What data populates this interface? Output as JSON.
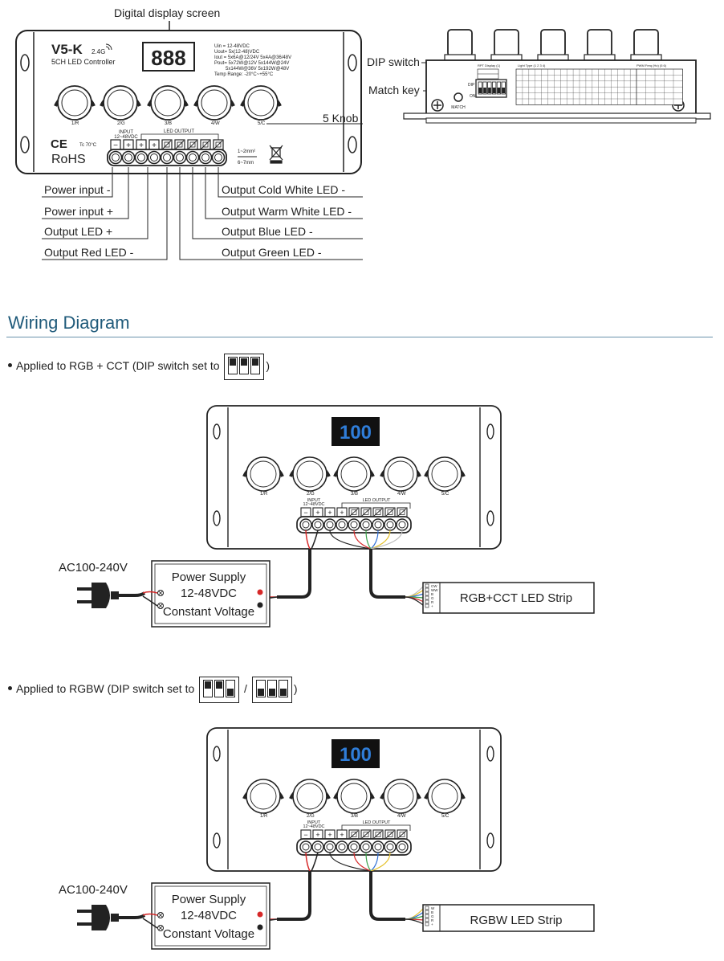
{
  "top_diagram": {
    "model": "V5-K",
    "wireless": "2.4G",
    "subtitle": "5CH LED Controller",
    "display_digits": "888",
    "specs": [
      "Uin = 12-48VDC",
      "Uout= 5x(12-48)VDC",
      "Iout = 5x6A@12/24V  5x4A@36/48V",
      "Pout= 5x72W@12V  5x144W@24V",
      "5x144W@36V  5x192W@48V",
      "Temp Range: -20°C~+55°C"
    ],
    "knobs": [
      "1/R",
      "2/G",
      "3/B",
      "4/W",
      "5/C"
    ],
    "input_label": "INPUT",
    "input_voltage": "12~48VDC",
    "led_output_label": "LED OUTPUT",
    "terminal_minus": "−",
    "terminal_plus": "+",
    "tc": "Tc 70°C",
    "ce": "CE",
    "rohs": "RoHS",
    "wire_spec_1": "1~2mm²",
    "wire_spec_2": "6~7mm",
    "callouts": {
      "digital_display": "Digital display screen",
      "five_knob": "5 Knob",
      "dip_switch": "DIP switch",
      "match_key": "Match key"
    },
    "left_labels": [
      "Power input -",
      "Power input +",
      "Output LED +",
      "Output Red LED -"
    ],
    "right_labels": [
      "Output Cold White LED -",
      "Output Warm White LED -",
      "Output Blue LED -",
      "Output Green LED -"
    ]
  },
  "side_view": {
    "match_label": "MATCH",
    "on_label": "ON",
    "dip_label": "DIP",
    "table_titles": [
      "RPT Display (1)",
      "Light Type (1 2 3 4)",
      "PWM Freq (Hz) (5 6)"
    ]
  },
  "wiring": {
    "section_title": "Wiring Diagram",
    "diagram1": {
      "note_prefix": "Applied to RGB + CCT (DIP switch set to",
      "note_suffix": ")",
      "display_digits": "100",
      "ac_label": "AC100-240V",
      "power_supply_lines": [
        "Power Supply",
        "12-48VDC",
        "Constant Voltage"
      ],
      "strip_label": "RGB+CCT LED Strip",
      "strip_pins": [
        "CW",
        "WW",
        "B",
        "G",
        "R",
        "+"
      ]
    },
    "diagram2": {
      "note_prefix": "Applied to RGBW (DIP switch set to",
      "note_separator": "/",
      "note_suffix": ")",
      "display_digits": "100",
      "ac_label": "AC100-240V",
      "power_supply_lines": [
        "Power Supply",
        "12-48VDC",
        "Constant Voltage"
      ],
      "strip_label": "RGBW LED Strip",
      "strip_pins": [
        "W",
        "B",
        "G",
        "R",
        "+"
      ]
    }
  },
  "colors": {
    "wire_red": "#d62828",
    "wire_green": "#3aa24a",
    "wire_blue": "#2f6fd6",
    "wire_yellow": "#e5c12a",
    "wire_white": "#bbbbbb",
    "display_bg": "#111111",
    "display_digit": "#2f7dd8",
    "title_blue": "#1f5a7a"
  }
}
